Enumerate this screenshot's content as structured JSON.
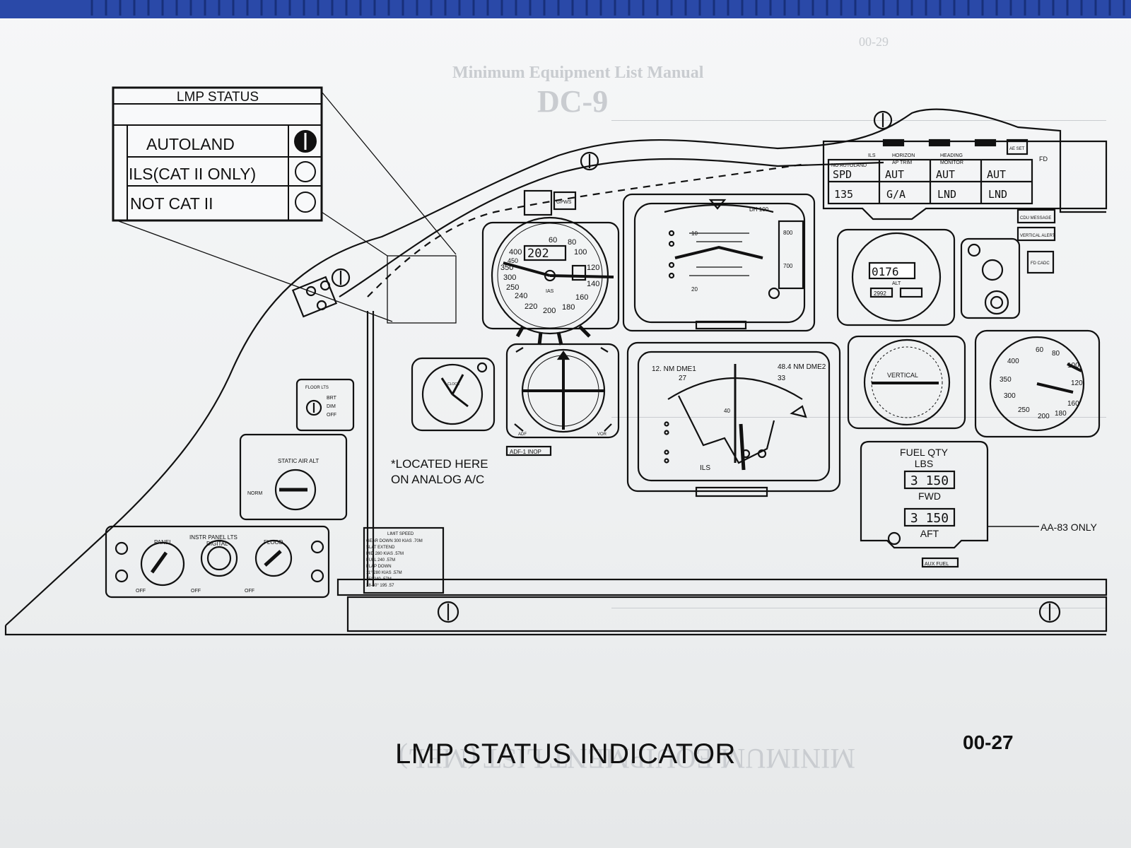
{
  "document": {
    "caption": "LMP STATUS INDICATOR",
    "page_number": "00-27",
    "colors": {
      "paper": "#f2f4f5",
      "ink": "#111111",
      "binding": "#2a49a8",
      "ghost_text": "#c9ccd0"
    }
  },
  "lmp_status": {
    "title": "LMP STATUS",
    "rows": [
      {
        "label": "AUTOLAND",
        "state": "filled"
      },
      {
        "label": "ILS(CAT II ONLY)",
        "state": "empty"
      },
      {
        "label": "NOT CAT II",
        "state": "empty"
      }
    ]
  },
  "panel": {
    "annunciator": {
      "row1": [
        "NO AUTOLAND",
        "ILS",
        "HORIZON",
        "HEADING"
      ],
      "row1b": [
        "AP TRIM",
        "MONITOR"
      ],
      "row2": [
        "SPD",
        "AUT",
        "AUT",
        "AUT"
      ],
      "row3": [
        "135",
        "G/A",
        "LND",
        "LND"
      ],
      "fd_label": "FD",
      "ae_set": "AE SET"
    },
    "gpws": "GPWS",
    "side_buttons": [
      "CDU MESSAGE",
      "VERTICAL ALERT",
      "FD CADC"
    ],
    "airspeed": {
      "window": "202",
      "ticks": [
        "60",
        "80",
        "100",
        "120",
        "140",
        "160",
        "180",
        "200",
        "220",
        "240",
        "250",
        "300",
        "350",
        "400",
        "450"
      ],
      "label": "IAS"
    },
    "adi_labels": [
      "DH 100",
      "800",
      "700",
      "10",
      "20"
    ],
    "altimeter": {
      "window": "0176",
      "label": "ALT",
      "baro": "2992"
    },
    "standby_asi": {
      "ticks": [
        "60",
        "80",
        "100",
        "120",
        "160",
        "180",
        "200",
        "250",
        "300",
        "350",
        "400"
      ]
    },
    "vsi_label": "VERTICAL",
    "hsi": {
      "dme1": "12. NM DME1",
      "dme2": "48.4 NM DME2",
      "ils": "ILS",
      "numbers": [
        "27",
        "33",
        "40"
      ]
    },
    "rmi": {
      "adf": "ADF",
      "vor": "VOR",
      "inop": "ADF-1 INOP"
    },
    "clock_label": "CLOCK",
    "floor_lts": {
      "title": "FLOOR LTS",
      "options": [
        "BRT",
        "DIM",
        "OFF"
      ]
    },
    "static_air": {
      "title": "STATIC AIR ALT",
      "norm": "NORM"
    },
    "instr_lights": {
      "title": "INSTR PANEL LTS",
      "digital": "DIGITAL",
      "panel": "PANEL",
      "flood": "FLOOD",
      "off": "OFF"
    },
    "limit_speed": {
      "title": "LIMIT SPEED",
      "rows": [
        "GEAR DOWN 300 KIAS .70M",
        "SLAT EXTEND",
        "MID 280 KIAS .57M",
        "FULL 240 .57M",
        "FLAP DOWN",
        "11° 280 KIAS .57M",
        "15° 240 .57M",
        "28-40° 195 .57"
      ]
    },
    "fuel": {
      "title": "FUEL QTY",
      "units": "LBS",
      "fwd_value": "3 150",
      "fwd": "FWD",
      "aft_value": "3 150",
      "aft": "AFT",
      "sub": "AUX FUEL"
    },
    "located_note_1": "*LOCATED HERE",
    "located_note_2": "ON ANALOG A/C",
    "aa83": "AA-83 ONLY"
  },
  "ghost": {
    "page_ref": "00-29",
    "manual_title": "Minimum Equipment List Manual",
    "model": "DC-9",
    "mirrored_title": "MINIMUM EQUIPMENT LIST (MEL)"
  }
}
